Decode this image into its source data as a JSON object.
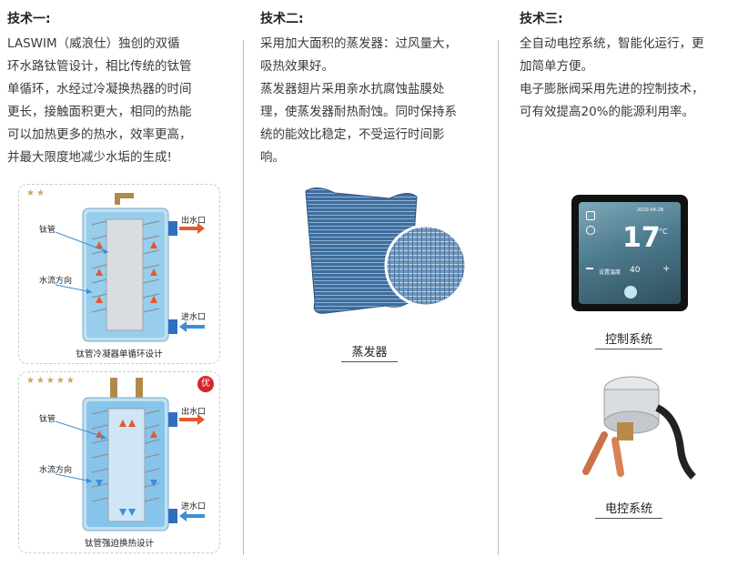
{
  "col1": {
    "title": "技术一:",
    "lines": [
      "LASWIM（威浪仕）独创的双循",
      "环水路钛管设计，相比传统的钛管",
      "单循环，水经过冷凝换热器的时间",
      "更长，接触面积更大，相同的热能",
      "可以加热更多的热水，效率更高，",
      "并最大限度地减少水垢的生成!"
    ],
    "panel1": {
      "stars": "★★",
      "label_tube": "钛管",
      "label_flow": "水流方向",
      "label_out": "出水口",
      "label_in": "进水口",
      "caption": "钛管冷凝器单循环设计"
    },
    "panel2": {
      "stars": "★★★★★",
      "badge": "优",
      "label_tube": "钛管",
      "label_flow": "水流方向",
      "label_out": "出水口",
      "label_in": "进水口",
      "caption": "钛管强迫换热设计"
    }
  },
  "col2": {
    "title": "技术二:",
    "para1": [
      "采用加大面积的蒸发器：过风量大，",
      "吸热效果好。"
    ],
    "para2": [
      "蒸发器翅片采用亲水抗腐蚀盐膜处",
      "理，使蒸发器耐热耐蚀。同时保持系",
      "统的能效比稳定，不受运行时间影",
      "响。"
    ],
    "caption": "蒸发器"
  },
  "col3": {
    "title": "技术三:",
    "para1": [
      "全自动电控系统，智能化运行，更",
      "加简单方便。"
    ],
    "para2": [
      "电子膨胀阀采用先进的控制技术，",
      "可有效提高20%的能源利用率。"
    ],
    "caption_control": "控制系统",
    "caption_electric": "电控系统",
    "thermostat": {
      "temp": "17",
      "unit": "°C",
      "date": "2020-04-28",
      "setting_label": "设置温度",
      "setting_value": "40"
    }
  },
  "colors": {
    "water_blue": "#5fb0e0",
    "arrow_out": "#e8562a",
    "arrow_in": "#3a8fd8",
    "port_blue": "#2e6fc0"
  }
}
